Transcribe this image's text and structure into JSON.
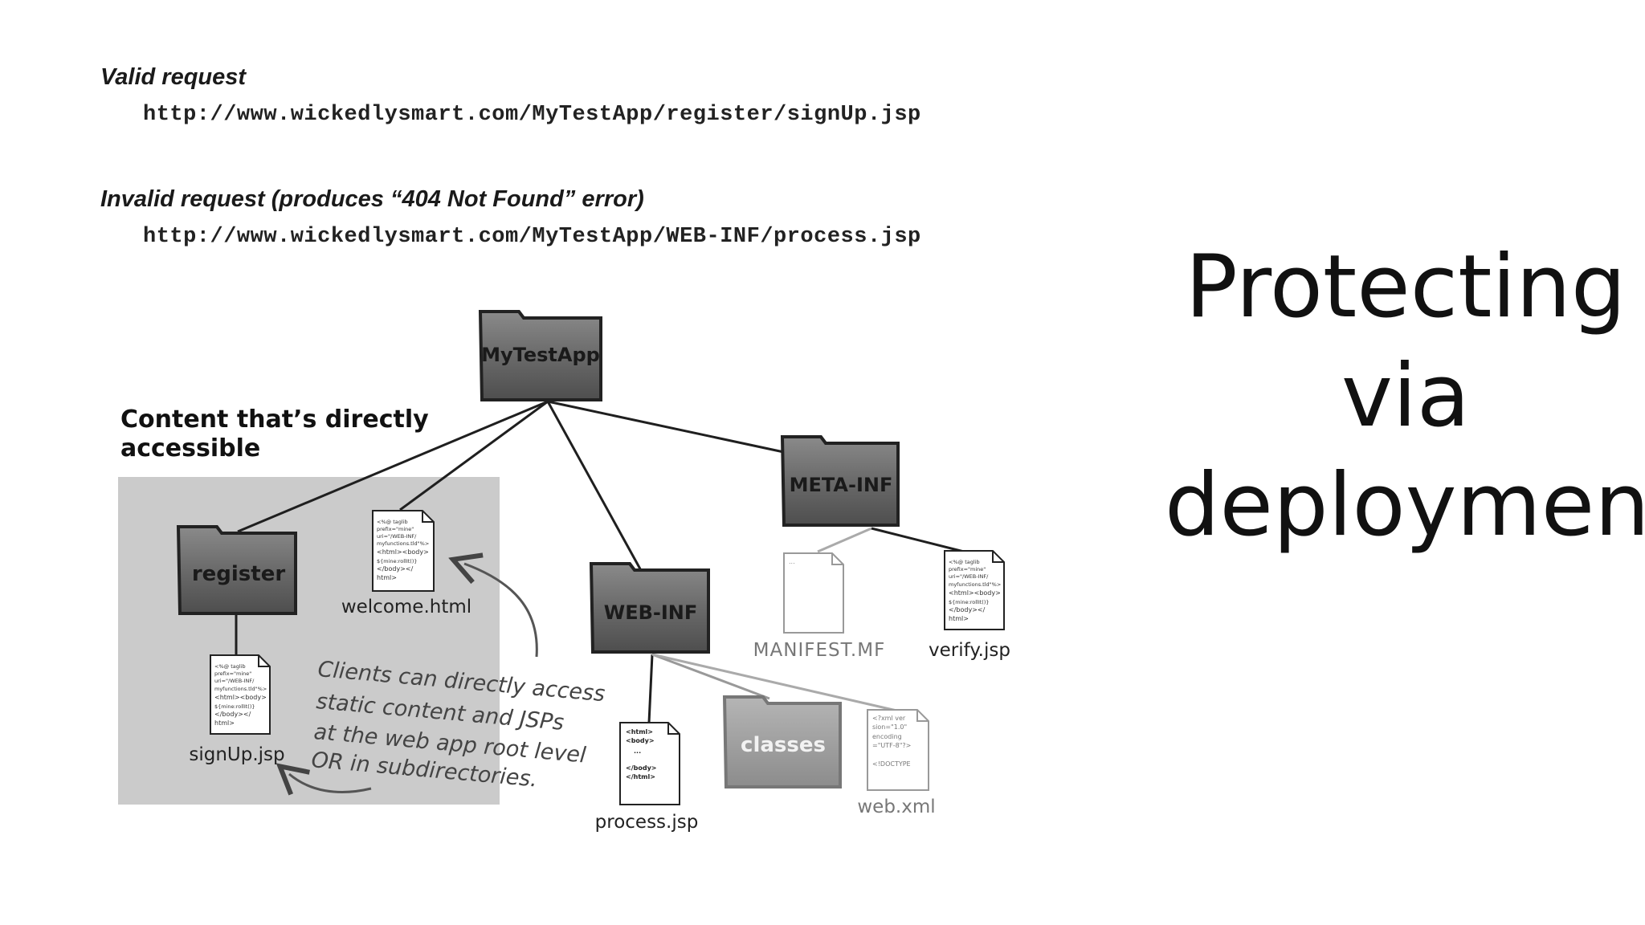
{
  "requests": {
    "valid_label": "Valid request",
    "valid_url": "http://www.wickedlysmart.com/MyTestApp/register/signUp.jsp",
    "invalid_label": "Invalid request  (produces “404 Not Found” error)",
    "invalid_url": "http://www.wickedlysmart.com/MyTestApp/WEB-INF/process.jsp"
  },
  "title": {
    "line1": "Protecting",
    "line2": "via",
    "line3": "deployment"
  },
  "diagram": {
    "accessible_heading_1": "Content that’s directly",
    "accessible_heading_2": "accessible",
    "folders": {
      "root": "MyTestApp",
      "register": "register",
      "web_inf": "WEB-INF",
      "meta_inf": "META-INF",
      "classes": "classes"
    },
    "files": {
      "welcome": "welcome.html",
      "signup": "signUp.jsp",
      "process": "process.jsp",
      "manifest": "MANIFEST.MF",
      "verify": "verify.jsp",
      "webxml": "web.xml"
    },
    "note_lines": [
      "Clients can directly access",
      "static content and JSPs",
      "at the web app root level",
      "OR in subdirectories."
    ],
    "jsp_snippet": [
      "<%@ taglib",
      "prefix=\"mine\"",
      "uri=\"/WEB-INF/",
      "myfunctions.tld\"%>",
      "<html><body>",
      "${mine:rollIt()}",
      "</body></",
      "html>"
    ],
    "html_snippet": [
      "<html>",
      "<body>",
      "...",
      "</body>",
      "</html>"
    ],
    "xml_snippet": [
      "<?xml ver",
      "sion=\"1.0\"",
      "encoding",
      "=\"UTF-8\"?>",
      "<!DOCTYPE"
    ],
    "manifest_snippet": [
      "..."
    ]
  },
  "colors": {
    "accessible_box": "#cbcbcb",
    "folder_fill": "#6e6e6e",
    "folder_dim": "#9a9a9a",
    "line": "#1f1f1f"
  }
}
